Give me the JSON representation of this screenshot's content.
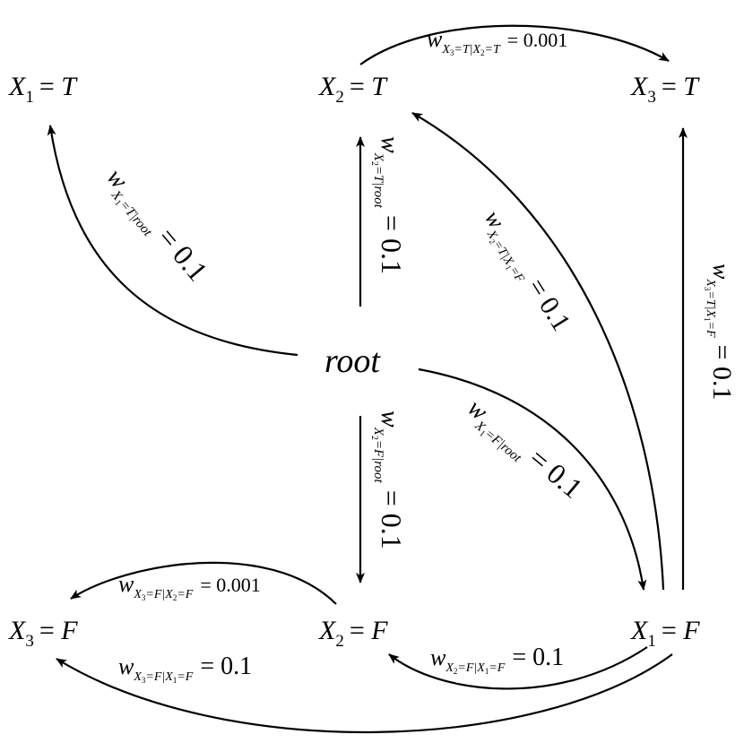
{
  "nodes": {
    "x1t": {
      "var": "X",
      "sub": "1",
      "eq": "= ",
      "val": "T"
    },
    "x2t": {
      "var": "X",
      "sub": "2",
      "eq": "= ",
      "val": "T"
    },
    "x3t": {
      "var": "X",
      "sub": "3",
      "eq": "= ",
      "val": "T"
    },
    "root": {
      "label": "root"
    },
    "x3f": {
      "var": "X",
      "sub": "3",
      "eq": "= ",
      "val": "F"
    },
    "x2f": {
      "var": "X",
      "sub": "2",
      "eq": "= ",
      "val": "F"
    },
    "x1f": {
      "var": "X",
      "sub": "1",
      "eq": "= ",
      "val": "F"
    }
  },
  "edges": {
    "x2t_x3t": {
      "w": "w",
      "sub": "X",
      "s1": "3",
      "cond": "=T|X",
      "s2": "2",
      "tail": "=T",
      "value": "= 0.001"
    },
    "root_x1t": {
      "w": "w",
      "sub": "X",
      "s1": "1",
      "cond": "=T|root",
      "value": "= 0.1"
    },
    "root_x2t": {
      "w": "w",
      "sub": "X",
      "s1": "2",
      "cond": "=T|root",
      "value": "= 0.1"
    },
    "x1f_x2t": {
      "w": "w",
      "sub": "X",
      "s1": "2",
      "cond": "=T|X",
      "s2": "1",
      "tail": "=F",
      "value": "= 0.1"
    },
    "x1f_x3t": {
      "w": "w",
      "sub": "X",
      "s1": "3",
      "cond": "=T|X",
      "s2": "1",
      "tail": "=F",
      "value": "= 0.1"
    },
    "root_x2f": {
      "w": "w",
      "sub": "X",
      "s1": "2",
      "cond": "=F|root",
      "value": "= 0.1"
    },
    "root_x1f": {
      "w": "w",
      "sub": "X",
      "s1": "1",
      "cond": "=F|root",
      "value": "= 0.1"
    },
    "x2f_x3f": {
      "w": "w",
      "sub": "X",
      "s1": "3",
      "cond": "=F|X",
      "s2": "2",
      "tail": "=F",
      "value": "= 0.001"
    },
    "x1f_x3f": {
      "w": "w",
      "sub": "X",
      "s1": "3",
      "cond": "=F|X",
      "s2": "1",
      "tail": "=F",
      "value": "= 0.1"
    },
    "x1f_x2f": {
      "w": "w",
      "sub": "X",
      "s1": "2",
      "cond": "=F|X",
      "s2": "1",
      "tail": "=F",
      "value": "= 0.1"
    }
  }
}
